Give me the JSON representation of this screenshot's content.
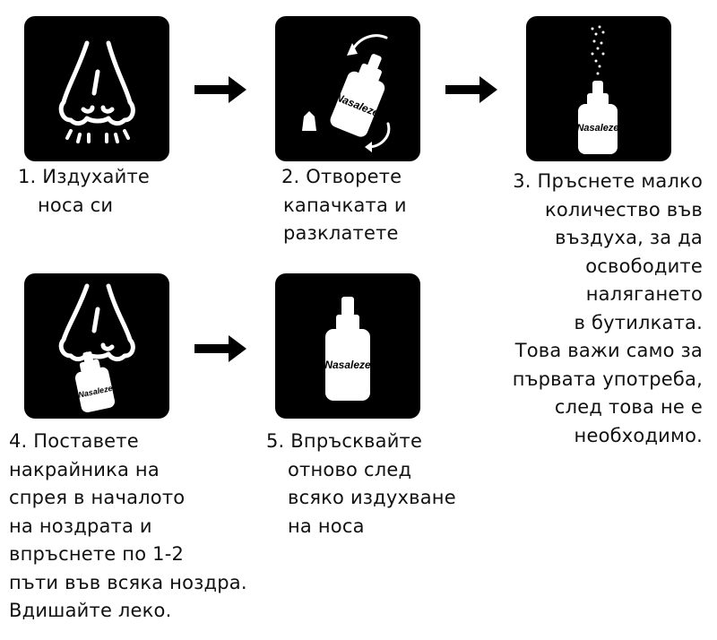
{
  "colors": {
    "tile": "#000000",
    "icon": "#ffffff",
    "text": "#111111",
    "background": "#ffffff"
  },
  "brand": "Nasaleze",
  "steps": [
    {
      "icon": "nose-icon",
      "lines": [
        "1. Издухайте",
        "носа си"
      ]
    },
    {
      "icon": "open-bottle-icon",
      "lines": [
        "2. Отворете",
        "капачката и",
        "разклатете"
      ]
    },
    {
      "icon": "spray-bottle-icon",
      "lines": [
        "3. Пръснете малко",
        "количество във",
        "въздуха, за да",
        "освободите",
        "налягането",
        "в бутилката.",
        "Това важи само за",
        "първата употреба,",
        "след това не е",
        "необходимо."
      ]
    },
    {
      "icon": "nose-spray-icon",
      "lines": [
        "4. Поставете",
        "накрайника на",
        "спрея в началото",
        "на ноздрата и",
        "впръснете по 1-2",
        "пъти във всяка ноздра.",
        "Вдишайте леко."
      ]
    },
    {
      "icon": "bottle-icon",
      "lines": [
        "5. Впръсквайте",
        "отново след",
        "всяко издухване",
        "на носа"
      ]
    }
  ]
}
